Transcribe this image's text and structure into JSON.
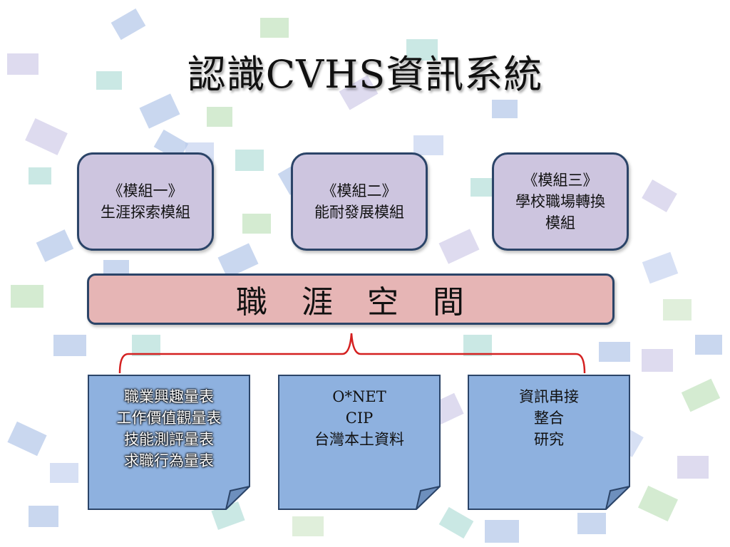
{
  "title": "認識CVHS資訊系統",
  "modules": [
    {
      "lines": [
        "《模組一》",
        "生涯探索模組"
      ]
    },
    {
      "lines": [
        "《模組二》",
        "能耐發展模組"
      ]
    },
    {
      "lines": [
        "《模組三》",
        "學校職場轉換",
        "模組"
      ]
    }
  ],
  "career_space": "職　涯　空　間",
  "notes": [
    {
      "lines": [
        "職業興趣量表",
        "工作價值觀量表",
        "技能測評量表",
        "求職行為量表"
      ]
    },
    {
      "lines": [
        "O*NET",
        "CIP",
        "台灣本土資料"
      ]
    },
    {
      "lines": [
        "資訊串接",
        "整合",
        "研究"
      ]
    }
  ],
  "colors": {
    "module_fill": "#cdc5df",
    "career_fill": "#e6b5b5",
    "note_fill": "#8eb1df",
    "border": "#2b4468",
    "brace": "#d42020"
  }
}
